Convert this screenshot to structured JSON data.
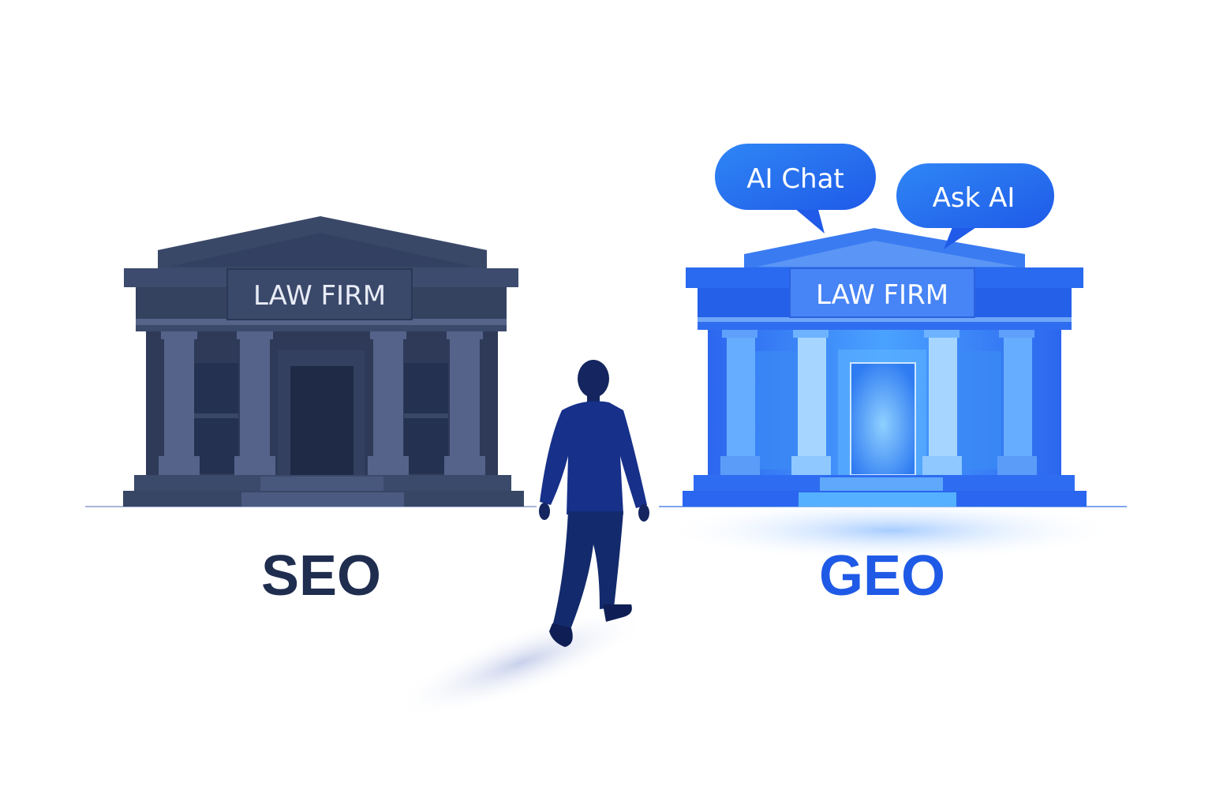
{
  "scene": {
    "title": "SEO vs GEO law firm comparison",
    "background": "#ffffff"
  },
  "left_building": {
    "sign": "LAW FIRM",
    "caption": "SEO",
    "colors": {
      "body": "#3b4a6b",
      "dark": "#24304d",
      "light": "#56658a",
      "caption": "#1f2d4f"
    }
  },
  "right_building": {
    "sign": "LAW FIRM",
    "caption": "GEO",
    "colors": {
      "body": "#2f6df0",
      "dark": "#1f56e0",
      "light": "#8cc4ff",
      "caption": "#1f5ae6"
    },
    "bubbles": [
      {
        "label": "AI Chat"
      },
      {
        "label": "Ask AI"
      }
    ]
  },
  "figure": {
    "description": "man in navy suit walking from SEO building toward GEO building",
    "color": "#14255f"
  }
}
